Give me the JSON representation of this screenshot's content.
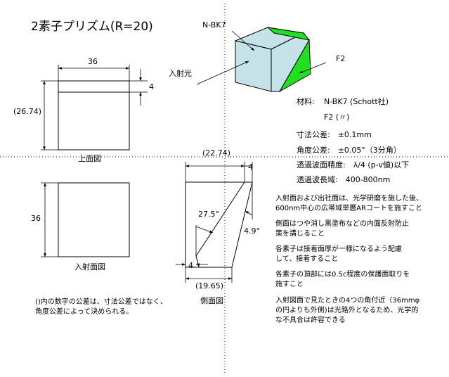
{
  "title": "2素子プリズム(R=20)",
  "top_view": {
    "width_dim": "36",
    "chamfer_dim": "4",
    "height_dim": "(26.74)",
    "label": "上面図"
  },
  "entrance_view": {
    "size_dim": "36",
    "label": "入射面図"
  },
  "side_view": {
    "top_dim": "(22.74)",
    "top_chamfer_dim": "4",
    "angle_large": "27.5°",
    "angle_small": "4.9°",
    "bottom_chamfer_dim": "4",
    "bottom_dim": "(19.65)",
    "label": "側面図"
  },
  "iso_view": {
    "glass_label": "N-BK7",
    "entry_label": "入射光",
    "second_label": "F2"
  },
  "specs": {
    "material_key": "材料:",
    "material_value": "N-BK7 (Schott社)",
    "material_value2": "F2 (〃)",
    "tolerance": "寸法公差:　±0.1mm",
    "angle_tolerance": "角度公差:　±0.05°（3分角）",
    "wavefront": "透過波面精度:　λ/4 (p-v値)以下",
    "wavelength": "透過波長域:　400-800nm"
  },
  "notes": [
    [
      "入射面および出社面は、光学研磨を施した後、",
      "600nm中心の広帯域単層ARコートを施すこと"
    ],
    [
      "側面はつや消し黒塗布などの内面反射防止",
      "策を講じること"
    ],
    [
      "各素子は接着面厚が一様になるよう配慮",
      "して、接着すること"
    ],
    [
      "各素子の頂部には0.5c程度の保護面取りを",
      "施すこと"
    ],
    [
      "入射図面で見たときの4つの角付近（36mmφ",
      "の円よりも外側)は光路外となるため、光学的",
      "な不具合は許容できる"
    ]
  ],
  "footnote": [
    "()内の数字の公差は、寸法公差ではなく、",
    "角度公差によって決められる。"
  ],
  "colors": {
    "glass": "#c5e2e8",
    "flint": "#20e020"
  }
}
